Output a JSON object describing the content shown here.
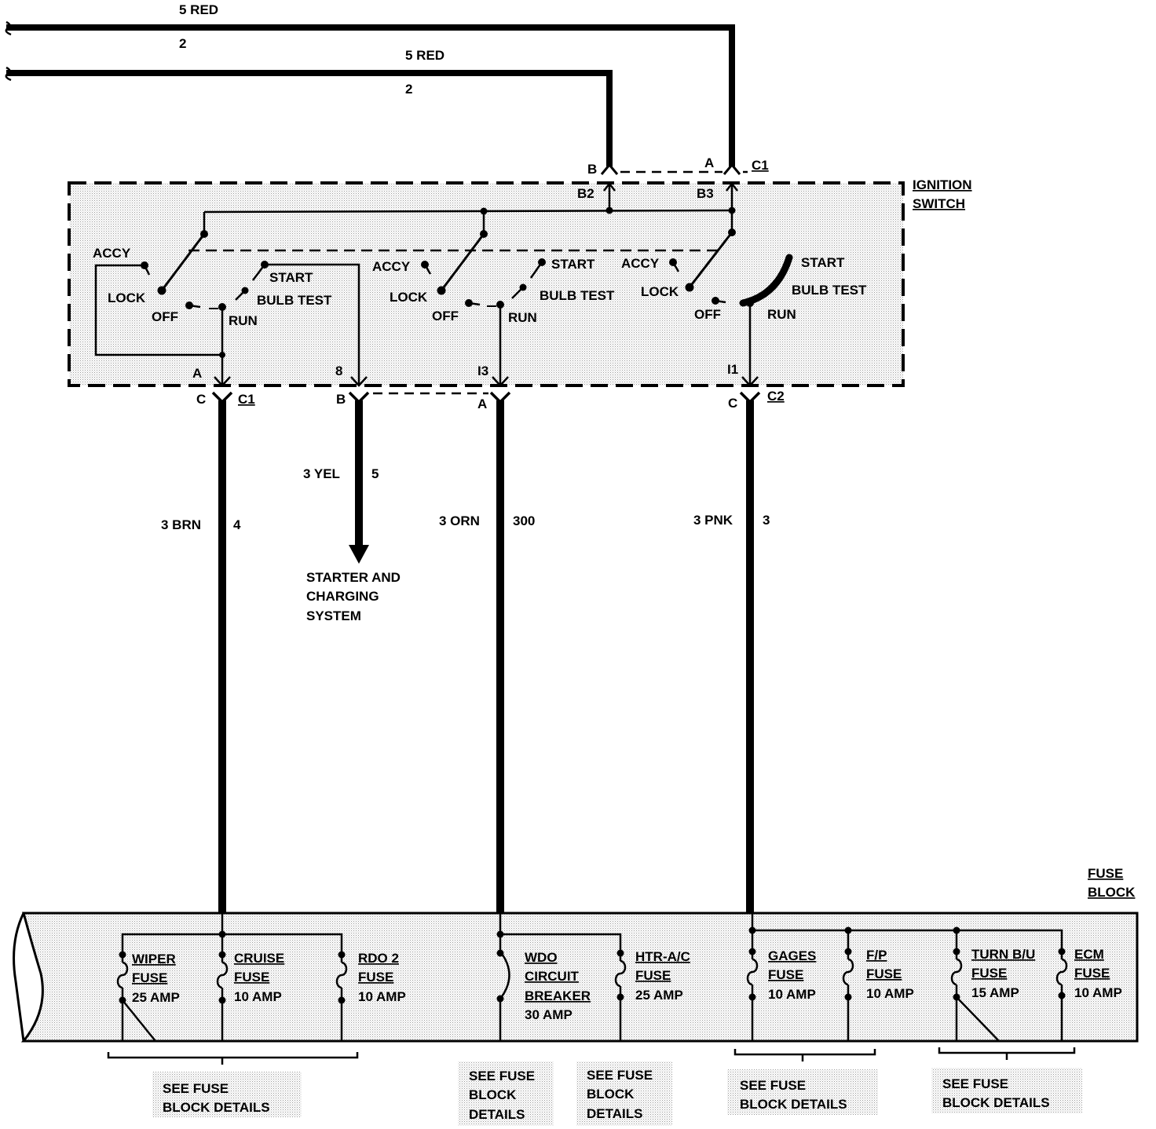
{
  "feeds": {
    "top": {
      "color": "5 RED",
      "circuit": "2"
    },
    "lower": {
      "color": "5 RED",
      "circuit": "2"
    }
  },
  "ignition_switch": {
    "title_line1": "IGNITION",
    "title_line2": "SWITCH",
    "top_connector": {
      "label": "C1",
      "pins": [
        "B",
        "A"
      ],
      "inner_pins": [
        "B2",
        "B3"
      ]
    },
    "switch_labels": {
      "accy": "ACCY",
      "lock": "LOCK",
      "off": "OFF",
      "run": "RUN",
      "start": "START",
      "bulb_test": "BULB TEST"
    },
    "bottom_inner_pins": [
      "A",
      "8",
      "I3",
      "I1"
    ],
    "bottom_pins": [
      "C",
      "B",
      "A",
      "C"
    ],
    "bottom_connectors": [
      "C1",
      "C2"
    ]
  },
  "wires": [
    {
      "color": "3 BRN",
      "circuit": "4"
    },
    {
      "color": "3 YEL",
      "circuit": "5"
    },
    {
      "color": "3 ORN",
      "circuit": "300"
    },
    {
      "color": "3 PNK",
      "circuit": "3"
    }
  ],
  "starter": {
    "line1": "STARTER AND",
    "line2": "CHARGING",
    "line3": "SYSTEM"
  },
  "fuse_block": {
    "title_line1": "FUSE",
    "title_line2": "BLOCK",
    "fuses": [
      {
        "line1": "WIPER",
        "line2": "FUSE",
        "rating": "25 AMP"
      },
      {
        "line1": "CRUISE",
        "line2": "FUSE",
        "rating": "10 AMP"
      },
      {
        "line1": "RDO 2",
        "line2": "FUSE",
        "rating": "10 AMP"
      },
      {
        "line1": "WDO",
        "line2": "CIRCUIT",
        "line3": "BREAKER",
        "rating": "30 AMP"
      },
      {
        "line1": "HTR-A/C",
        "line2": "FUSE",
        "rating": "25 AMP"
      },
      {
        "line1": "GAGES",
        "line2": "FUSE",
        "rating": "10 AMP"
      },
      {
        "line1": "F/P",
        "line2": "FUSE",
        "rating": "10 AMP"
      },
      {
        "line1": "TURN B/U",
        "line2": "FUSE",
        "rating": "15 AMP"
      },
      {
        "line1": "ECM",
        "line2": "FUSE",
        "rating": "10 AMP"
      }
    ]
  },
  "notes": [
    {
      "line1": "SEE  FUSE",
      "line2": "BLOCK  DETAILS"
    },
    {
      "line1": "SEE FUSE",
      "line2": "BLOCK",
      "line3": "DETAILS"
    },
    {
      "line1": "SEE FUSE",
      "line2": "BLOCK",
      "line3": "DETAILS"
    },
    {
      "line1": "SEE  FUSE",
      "line2": "BLOCK  DETAILS"
    },
    {
      "line1": "SEE  FUSE",
      "line2": "BLOCK  DETAILS"
    }
  ]
}
